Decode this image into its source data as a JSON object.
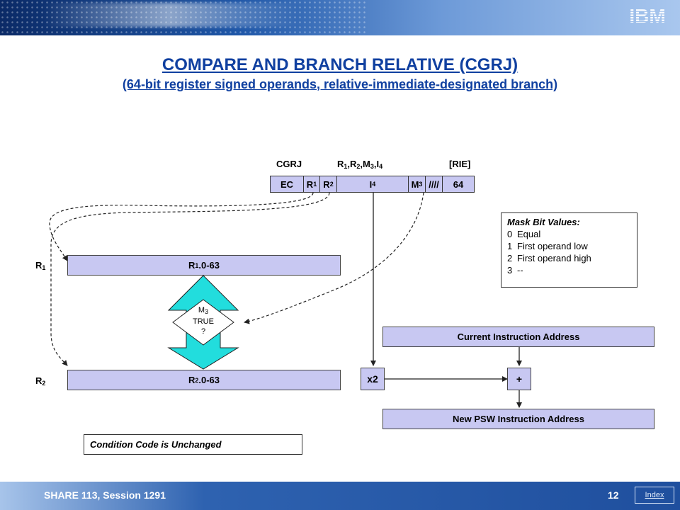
{
  "brand": {
    "logo_text": "IBM"
  },
  "title": "COMPARE AND BRANCH RELATIVE (CGRJ)",
  "subtitle": "(64-bit register signed operands, relative-immediate-designated branch)",
  "format": {
    "mnemonic": "CGRJ",
    "operands": {
      "parts": [
        "R",
        "1",
        ",R",
        "2",
        ",M",
        "3",
        ",I",
        "4"
      ]
    },
    "type": "[RIE]",
    "fields": [
      {
        "text": "EC",
        "sub": ""
      },
      {
        "text": "R",
        "sub": "1"
      },
      {
        "text": "R",
        "sub": "2"
      },
      {
        "text": "I",
        "sub": "4"
      },
      {
        "text": "M",
        "sub": "3"
      },
      {
        "text": "////",
        "sub": ""
      },
      {
        "text": "64",
        "sub": ""
      }
    ]
  },
  "registers": {
    "r1": {
      "label": "R",
      "label_sub": "1",
      "content": "R",
      "content_sub": "1",
      "content_suffix": ".0-63"
    },
    "r2": {
      "label": "R",
      "label_sub": "2",
      "content": "R",
      "content_sub": "2",
      "content_suffix": ".0-63"
    }
  },
  "decision": {
    "line1": "M",
    "line1_sub": "3",
    "line2": "TRUE",
    "line3": "?"
  },
  "mask": {
    "title": "Mask Bit Values:",
    "items": [
      {
        "bit": "0",
        "meaning": "Equal"
      },
      {
        "bit": "1",
        "meaning": "First operand low"
      },
      {
        "bit": "2",
        "meaning": "First operand high"
      },
      {
        "bit": "3",
        "meaning": "--"
      }
    ]
  },
  "current_address": "Current Instruction Address",
  "new_address": "New PSW Instruction Address",
  "multiply": "x2",
  "adder": "+",
  "condition_code": "Condition Code is Unchanged",
  "footer": {
    "session": "SHARE 113, Session 1291",
    "page": "12",
    "index": "Index"
  },
  "colors": {
    "box_fill": "#c8c8f2",
    "arrow_fill": "#22dddd",
    "title": "#1040a0"
  }
}
